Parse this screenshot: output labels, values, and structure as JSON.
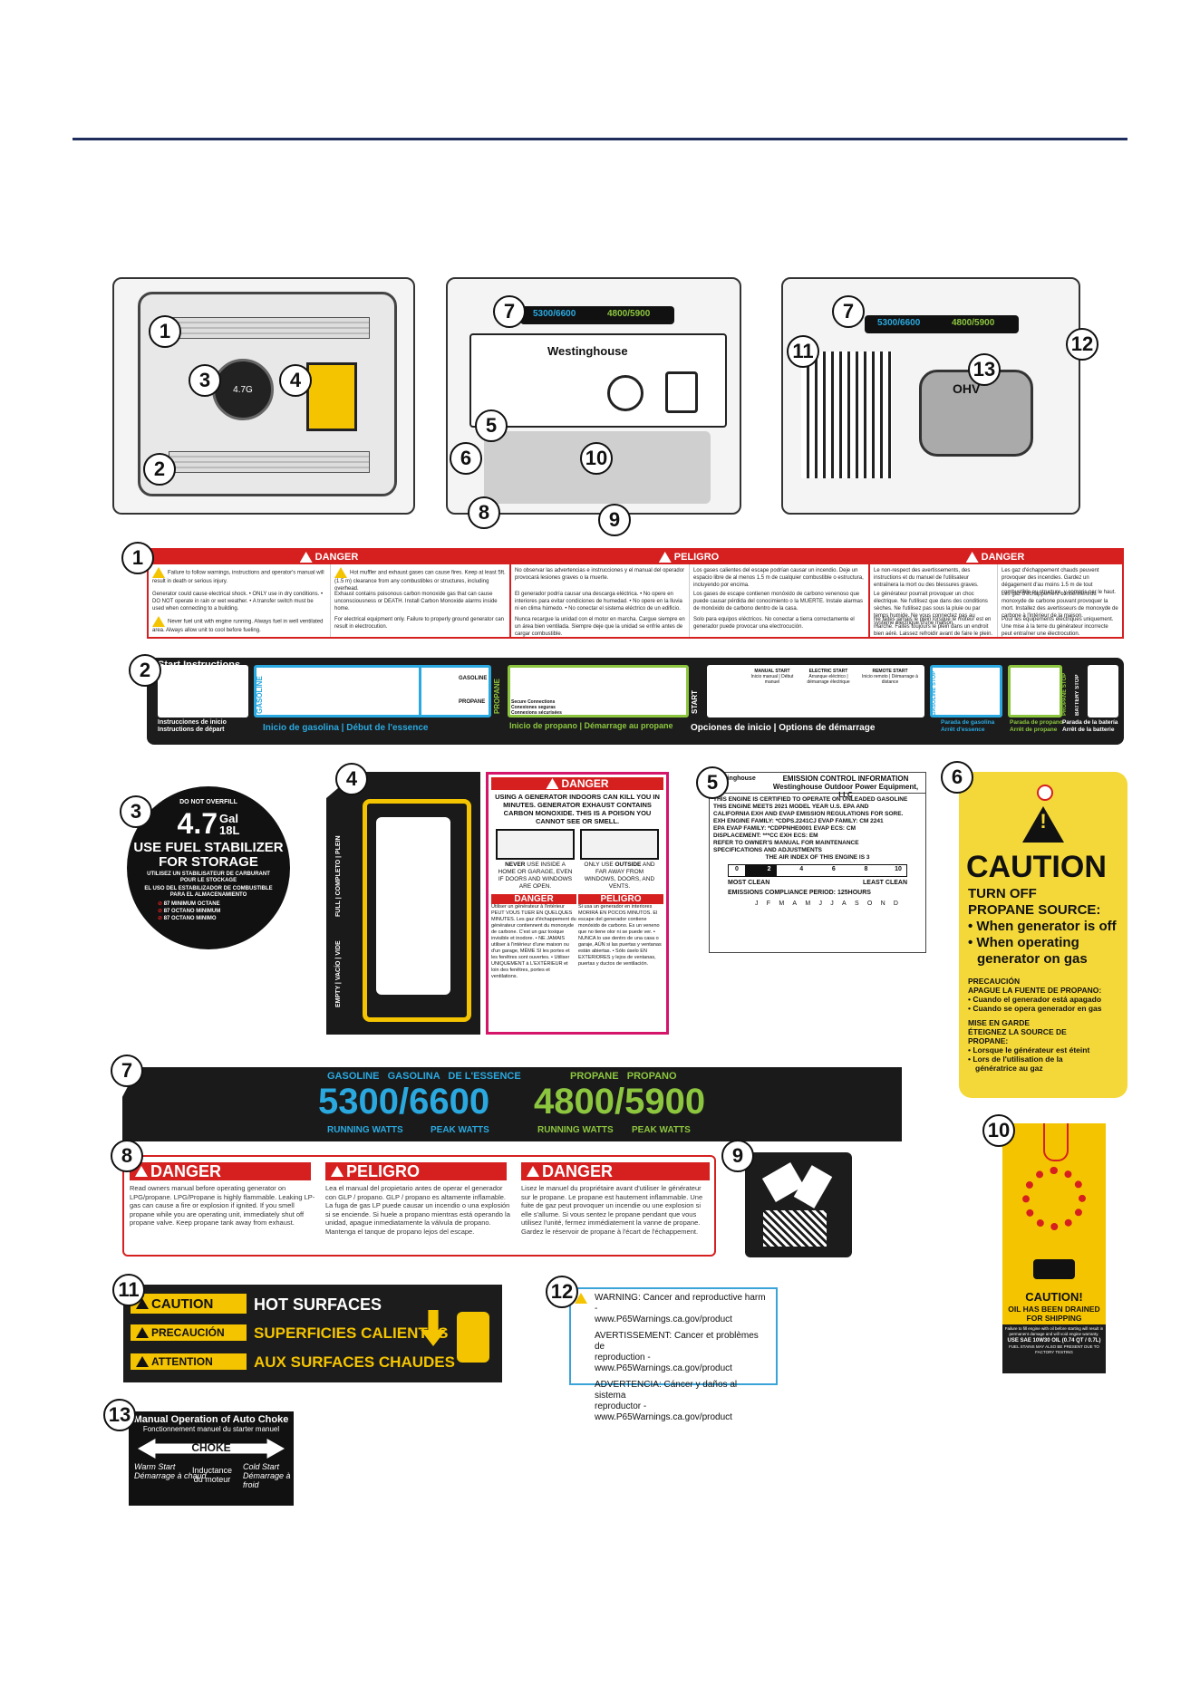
{
  "callouts": [
    "1",
    "2",
    "3",
    "4",
    "5",
    "6",
    "7",
    "8",
    "9",
    "10",
    "11",
    "12",
    "13"
  ],
  "generator": {
    "brand": "Westinghouse",
    "display_gas": "5300/6600",
    "display_propane": "4800/5900",
    "engine_mark": "OHV",
    "fuel_cap": "4.7G"
  },
  "label1": {
    "header_en": "DANGER",
    "header_es": "PELIGRO",
    "header_fr": "DANGER",
    "en": [
      "Failure to follow warnings, instructions and operator's manual will result in death or serious injury.",
      "Generator could cause electrical shock. • ONLY use in dry conditions. • DO NOT operate in rain or wet weather. • A transfer switch must be used when connecting to a building.",
      "Never fuel unit with engine running. Always fuel in well ventilated area. Always allow unit to cool before fueling."
    ],
    "en2": [
      "Hot muffler and exhaust gases can cause fires. Keep at least 5ft. (1.5 m) clearance from any combustibles or structures, including overhead.",
      "Exhaust contains poisonous carbon monoxide gas that can cause unconsciousness or DEATH. Install Carbon Monoxide alarms inside home.",
      "For electrical equipment only. Failure to properly ground generator can result in electrocution."
    ],
    "es": [
      "No observar las advertencias e instrucciones y el manual del operador provocará lesiones graves o la muerte.",
      "El generador podría causar una descarga eléctrica. • No opere en interiores para evitar condiciones de humedad. • No opere en la lluvia ni en clima húmedo. • No conectar el sistema eléctrico de un edificio.",
      "Nunca recargue la unidad con el motor en marcha. Cargue siempre en un área bien ventilada. Siempre deje que la unidad se enfríe antes de cargar combustible."
    ],
    "es2": [
      "Los gases calientes del escape podrían causar un incendio. Deje un espacio libre de al menos 1.5 m de cualquier combustible o estructura, incluyendo por encima.",
      "Los gases de escape contienen monóxido de carbono venenoso que puede causar pérdida del conocimiento o la MUERTE. Instale alarmas de monóxido de carbono dentro de la casa.",
      "Solo para equipos eléctricos. No conectar a tierra correctamente el generador puede provocar una electrocución."
    ],
    "fr": [
      "Le non-respect des avertissements, des instructions et du manuel de l'utilisateur entraînera la mort ou des blessures graves.",
      "Le générateur pourrait provoquer un choc électrique. Ne l'utilisez que dans des conditions sèches. Ne l'utilisez pas sous la pluie ou par temps humide. Ne vous connectez pas au système électrique d'une maison.",
      "Ne faites jamais le plein lorsque le moteur est en marche. Faites toujours le plein dans un endroit bien aéré. Laissez refroidir avant de faire le plein."
    ],
    "fr2": [
      "Les gaz d'échappement chauds peuvent provoquer des incendies. Gardez un dégagement d'au moins 1.5 m de tout combustible ou structure, y compris par le haut.",
      "Les gaz d'échappement contiennent du monoxyde de carbone pouvant provoquer la mort. Installez des avertisseurs de monoxyde de carbone à l'intérieur de la maison.",
      "Pour les équipements électriques uniquement. Une mise à la terre du générateur incorrecte peut entraîner une électrocution."
    ]
  },
  "label2": {
    "title": "Start Instructions",
    "subtitle1": "Instrucciones de inicio",
    "subtitle2": "Instructions de départ",
    "gasoline": "GASOLINE",
    "propane": "PROPANE",
    "start": "START",
    "gasoline_stop": "GASOLINE STOP",
    "propane_stop": "PROPANE STOP",
    "battery_stop": "BATTERY STOP",
    "gas_word": "GASOLINE",
    "propane_word": "PROPANE",
    "secure": "Secure Connections",
    "secure_es": "Conexiones seguras",
    "secure_fr": "Connexions sécurisées",
    "manual_start": "MANUAL START",
    "manual_start_sub": "Inicio manual | Début manuel",
    "electric_start": "ELECTRIC START",
    "electric_start_sub": "Arranque eléctrico | démarrage électrique",
    "remote_start": "REMOTE START",
    "remote_start_sub": "Inicio remoto | Démarrage à distance",
    "footer_gas": "Inicio de gasolina | Début de l'essence",
    "footer_propane": "Inicio de propano | Démarrage au propane",
    "footer_start": "Opciones de inicio | Options de démarrage",
    "footer_gstop_es": "Parada de gasolina",
    "footer_gstop_fr": "Arrêt d'essence",
    "footer_pstop_es": "Parada de propano",
    "footer_pstop_fr": "Arrêt de propane",
    "footer_bstop_es": "Parada de la batería",
    "footer_bstop_fr": "Arrêt de la batterie"
  },
  "label3": {
    "top": "DO NOT OVERFILL",
    "big": "4.7",
    "gal": "Gal",
    "liters": "18L",
    "line1": "USE FUEL STABILIZER",
    "line2": "FOR STORAGE",
    "fr1": "UTILISEZ UN STABILISATEUR DE CARBURANT",
    "fr2": "POUR LE STOCKAGE",
    "es1": "EL USO DEL ESTABILIZADOR DE COMBUSTIBLE",
    "es2": "PARA EL ALMACENAMIENTO",
    "oct1": "87 MINIMUM OCTANE",
    "oct2": "87 OCTANO MINIMUM",
    "oct3": "87 OCTANO MINIMO"
  },
  "label4": {
    "full": "FULL | COMPLETO | PLEIN",
    "empty": "EMPTY | VACÍO | VIDE",
    "danger": "DANGER",
    "main1": "USING A GENERATOR INDOORS",
    "main1b": "CAN KILL YOU IN MINUTES.",
    "main2": "GENERATOR EXHAUST CONTAINS CARBON MONOXIDE. THIS IS A POISON YOU CANNOT SEE OR SMELL.",
    "never_b": "NEVER",
    "never": "USE INSIDE A HOME OR GARAGE, EVEN IF DOORS AND WINDOWS ARE OPEN.",
    "only": "ONLY USE",
    "outside": "OUTSIDE",
    "only2": "AND FAR AWAY FROM WINDOWS, DOORS, AND VENTS.",
    "danger_fr": "DANGER",
    "peligro": "PELIGRO",
    "fr_text": "Utiliser un générateur à l'intérieur PEUT VOUS TUER EN QUELQUES MINUTES. Les gaz d'échappement du générateur contiennent du monoxyde de carbone. C'est un gaz toxique invisible et inodore. • NE JAMAIS utiliser à l'intérieur d'une maison ou d'un garage, MÊME SI les portes et les fenêtres sont ouvertes. • Utiliser UNIQUEMENT à L'EXTÉRIEUR et loin des fenêtres, portes et ventilations.",
    "es_text": "Si usa un generador en interiores MORIRÁ EN POCOS MINUTOS. El escape del generador contiene monóxido de carbono. Es un veneno que no tiene olor ni se puede ver. • NUNCA lo use dentro de una casa o garaje, AÚN si las puertas y ventanas están abiertas. • Sólo úselo EN EXTERIORES y lejos de ventanas, puertas y ductos de ventilación."
  },
  "label5": {
    "brand": "Westinghouse",
    "title": "EMISSION CONTROL INFORMATION",
    "subtitle": "Westinghouse Outdoor Power Equipment, LLC",
    "body": [
      "THIS ENGINE IS CERTIFIED TO OPERATE ON UNLEADED GASOLINE",
      "THIS ENGINE MEETS 2021 MODEL YEAR U.S. EPA AND",
      "CALIFORNIA EXH AND EVAP EMISSION REGULATIONS FOR SORE.",
      "EXH ENGINE FAMILY: *CDPS.2241CJ        EVAP FAMILY: CM 2241",
      "EPA EVAP FAMILY: *CDPPNHE0001          EVAP ECS: CM",
      "DISPLACEMENT: ***CC                   EXH ECS: EM",
      "REFER TO OWNER'S MANUAL FOR MAINTENANCE",
      "SPECIFICATIONS AND ADJUSTMENTS"
    ],
    "air_index": "THE AIR INDEX OF THIS ENGINE IS 3",
    "scale": [
      "0",
      "2",
      "4",
      "6",
      "8",
      "10"
    ],
    "most_clean": "MOST CLEAN",
    "least_clean": "LEAST CLEAN",
    "period": "EMISSIONS COMPLIANCE PERIOD: 125HOURS",
    "months": [
      "J",
      "F",
      "M",
      "A",
      "M",
      "J",
      "J",
      "A",
      "S",
      "O",
      "N",
      "D"
    ]
  },
  "label6": {
    "caution": "CAUTION",
    "l1": "TURN OFF",
    "l2": "PROPANE SOURCE:",
    "b1": "• When generator is off",
    "b2": "• When operating",
    "b3": "generator on gas",
    "es_h1": "PRECAUCIÓN",
    "es_h2": "APAGUE LA FUENTE DE PROPANO:",
    "es_b1": "• Cuando el generador está apagado",
    "es_b2": "• Cuando se opera generador en gas",
    "fr_h1": "MISE EN GARDE",
    "fr_h2": "ÉTEIGNEZ LA SOURCE DE",
    "fr_h3": "PROPANE:",
    "fr_b1": "• Lorsque le générateur est éteint",
    "fr_b2": "• Lors de l'utilisation de la",
    "fr_b3": "génératrice au gaz"
  },
  "label7": {
    "gas_label": "GASOLINE   GASOLINA   DE L'ESSENCE",
    "gas_value": "5300/6600",
    "propane_label": "PROPANE   PROPANO",
    "propane_value": "4800/5900",
    "running": "RUNNING WATTS",
    "peak": "PEAK WATTS",
    "color_gas": "#2aa9e0",
    "color_propane": "#8cc63f"
  },
  "label8": {
    "h_en": "DANGER",
    "h_es": "PELIGRO",
    "h_fr": "DANGER",
    "en": "Read owners manual before operating generator on LPG/propane. LPG/Propane is highly flammable. Leaking LP-gas can cause a fire or explosion if ignited. If you smell propane while you are operating unit, immediately shut off propane valve. Keep propane tank away from exhaust.",
    "es": "Lea el manual del propietario antes de operar el generador con GLP / propano. GLP / propano es altamente inflamable. La fuga de gas LP puede causar un incendio o una explosión si se enciende. Si huele a propano mientras está operando la unidad, apague inmediatamente la válvula de propano. Mantenga el tanque de propano lejos del escape.",
    "fr": "Lisez le manuel du propriétaire avant d'utiliser le générateur sur le propane. Le propane est hautement inflammable. Une fuite de gaz peut provoquer un incendie ou une explosion si elle s'allume. Si vous sentez le propane pendant que vous utilisez l'unité, fermez immédiatement la vanne de propane. Gardez le réservoir de propane à l'écart de l'échappement."
  },
  "label10": {
    "caution": "CAUTION!",
    "l1": "OIL HAS BEEN DRAINED",
    "l2": "FOR SHIPPING",
    "small1": "Failure to fill engine with oil before starting will result in permanent damage and will void engine warranty.",
    "oil": "USE SAE 10W30 OIL (0.74 QT / 0.7L)",
    "small2": "FUEL STAINS MAY ALSO BE PRESENT DUE TO FACTORY TESTING"
  },
  "label11": {
    "c1": "CAUTION",
    "c1b": "HOT SURFACES",
    "c2": "PRECAUCIÓN",
    "c2b": "SUPERFICIES CALIENTES",
    "c3": "ATTENTION",
    "c3b": "AUX SURFACES CHAUDES"
  },
  "label12": {
    "l1": "WARNING: Cancer and reproductive harm -",
    "l1b": "www.P65Warnings.ca.gov/product",
    "l2": "AVERTISSEMENT: Cancer et problèmes de",
    "l2b": "reproduction - www.P65Warnings.ca.gov/product",
    "l3": "ADVERTENCIA: Cáncer y daños al sistema",
    "l3b": "reproductor - www.P65Warnings.ca.gov/product"
  },
  "label13": {
    "title": "Manual Operation of Auto Choke",
    "title_fr": "Fonctionnement manuel du starter manuel",
    "choke": "CHOKE",
    "warm": "Warm Start",
    "warm_fr": "Démarrage à chaud",
    "inductance": "Inductance",
    "inductance2": "du moteur",
    "cold": "Cold Start",
    "cold_fr": "Démarrage à froid"
  }
}
